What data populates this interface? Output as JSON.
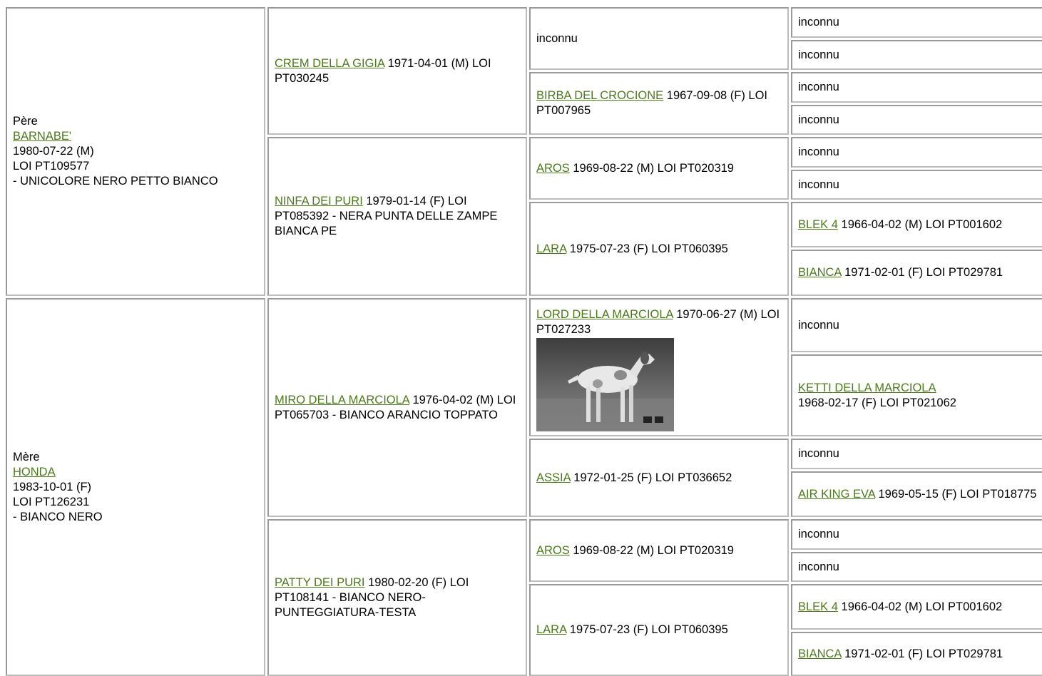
{
  "pere": {
    "label": "Père",
    "name": "BARNABE'",
    "line1": "1980-07-22 (M)",
    "line2": "LOI PT109577",
    "line3": "- UNICOLORE NERO PETTO BIANCO"
  },
  "mere": {
    "label": "Mère",
    "name": "HONDA",
    "line1": "1983-10-01 (F)",
    "line2": "LOI PT126231",
    "line3": "- BIANCO NERO"
  },
  "gen2": [
    {
      "name": "CREM DELLA GIGIA",
      "info": " 1971-04-01 (M) LOI PT030245"
    },
    {
      "name": "NINFA DEI PURI",
      "info": " 1979-01-14 (F) LOI PT085392 - NERA PUNTA DELLE ZAMPE BIANCA PE"
    },
    {
      "name": "MIRO DELLA MARCIOLA",
      "info": " 1976-04-02 (M) LOI PT065703 - BIANCO ARANCIO TOPPATO"
    },
    {
      "name": "PATTY DEI PURI",
      "info": " 1980-02-20 (F) LOI PT108141 - BIANCO NERO-PUNTEGGIATURA-TESTA"
    }
  ],
  "gen3": [
    {
      "text": "inconnu"
    },
    {
      "name": "BIRBA DEL CROCIONE",
      "info": " 1967-09-08 (F) LOI PT007965"
    },
    {
      "name": "AROS",
      "info": " 1969-08-22 (M) LOI PT020319"
    },
    {
      "name": "LARA",
      "info": " 1975-07-23 (F) LOI PT060395"
    },
    {
      "name": "LORD DELLA MARCIOLA",
      "info": " 1970-06-27 (M) LOI PT027233"
    },
    {
      "name": "ASSIA",
      "info": " 1972-01-25 (F) LOI PT036652"
    },
    {
      "name": "AROS",
      "info": " 1969-08-22 (M) LOI PT020319"
    },
    {
      "name": "LARA",
      "info": " 1975-07-23 (F) LOI PT060395"
    }
  ],
  "gen4": [
    {
      "text": "inconnu"
    },
    {
      "text": "inconnu"
    },
    {
      "text": "inconnu"
    },
    {
      "text": "inconnu"
    },
    {
      "text": "inconnu"
    },
    {
      "text": "inconnu"
    },
    {
      "name": "BLEK 4",
      "info": " 1966-04-02 (M) LOI PT001602"
    },
    {
      "name": "BIANCA",
      "info": " 1971-02-01 (F) LOI PT029781"
    },
    {
      "text": "inconnu"
    },
    {
      "name": "KETTI DELLA MARCIOLA",
      "info": "1968-02-17 (F) LOI PT021062"
    },
    {
      "text": "inconnu"
    },
    {
      "name": "AIR KING EVA",
      "info": " 1969-05-15 (F) LOI PT018775"
    },
    {
      "text": "inconnu"
    },
    {
      "text": "inconnu"
    },
    {
      "name": "BLEK 4",
      "info": " 1966-04-02 (M) LOI PT001602"
    },
    {
      "name": "BIANCA",
      "info": " 1971-02-01 (F) LOI PT029781"
    }
  ],
  "colors": {
    "link": "#4d7a1c",
    "border": "#9a9a9a"
  },
  "icons": {
    "photo": "dog-photo"
  }
}
